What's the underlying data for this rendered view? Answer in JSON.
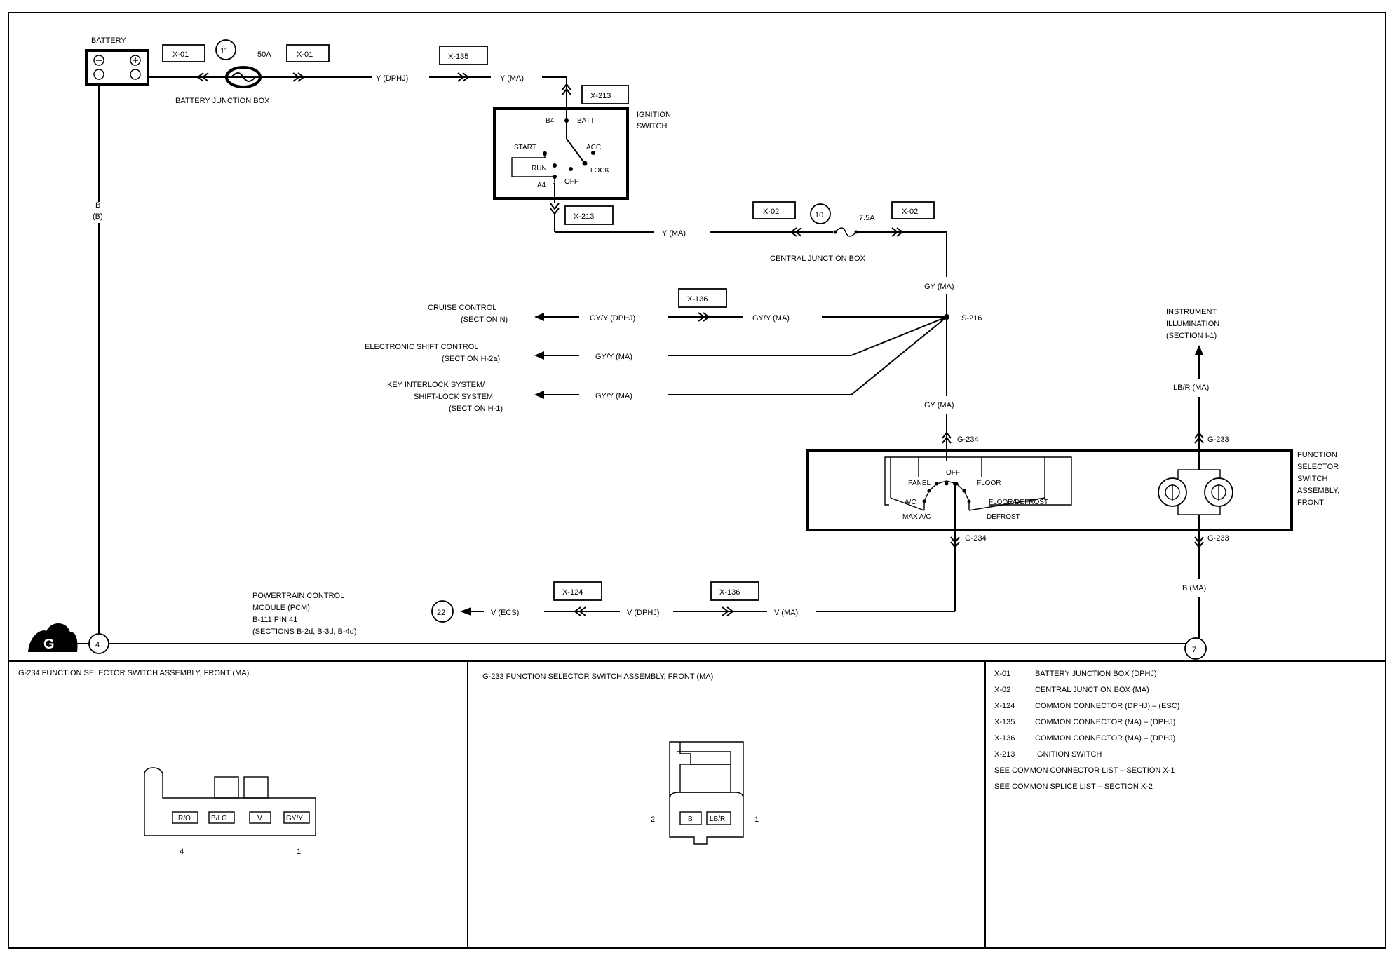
{
  "components": {
    "battery": "BATTERY",
    "battery_junction_box": "BATTERY JUNCTION BOX",
    "central_junction_box": "CENTRAL JUNCTION BOX",
    "ignition_switch": [
      "IGNITION",
      "SWITCH"
    ],
    "ignition_terminals": {
      "b4": "B4",
      "batt": "BATT",
      "start": "START",
      "acc": "ACC",
      "run": "RUN",
      "lock": "LOCK",
      "a4": "A4",
      "off": "OFF"
    },
    "function_selector": [
      "FUNCTION",
      "SELECTOR",
      "SWITCH",
      "ASSEMBLY,",
      "FRONT"
    ],
    "selector_positions": {
      "off": "OFF",
      "panel": "PANEL",
      "floor": "FLOOR",
      "ac": "A/C",
      "floor_defrost": "FLOOR/DEFROST",
      "max_ac": "MAX A/C",
      "defrost": "DEFROST"
    },
    "instrument_illumination": [
      "INSTRUMENT",
      "ILLUMINATION",
      "(SECTION I-1)"
    ],
    "pcm": [
      "POWERTRAIN CONTROL",
      "MODULE (PCM)",
      "B-111 PIN 41",
      "(SECTIONS  B-2d, B-3d, B-4d)"
    ],
    "cruise_control": [
      "CRUISE CONTROL",
      "(SECTION N)"
    ],
    "electronic_shift": [
      "ELECTRONIC SHIFT CONTROL",
      "(SECTION H-2a)"
    ],
    "key_interlock": [
      "KEY INTERLOCK SYSTEM/",
      "SHIFT-LOCK SYSTEM",
      "(SECTION H-1)"
    ]
  },
  "connectors": {
    "x01": "X-01",
    "x02": "X-02",
    "x124": "X-124",
    "x135": "X-135",
    "x136": "X-136",
    "x213": "X-213",
    "g234": "G-234",
    "g233": "G-233",
    "s216": "S-216"
  },
  "fuses": {
    "fuse11_num": "11",
    "fuse11_rating": "50A",
    "fuse10_num": "10",
    "fuse10_rating": "7.5A"
  },
  "wires": {
    "b_b": [
      "B",
      "(B)"
    ],
    "y_dphj": "Y (DPHJ)",
    "y_ma": "Y (MA)",
    "gy_ma": "GY (MA)",
    "gyy_dphj": "GY/Y  (DPHJ)",
    "gyy_ma": "GY/Y  (MA)",
    "lbr_ma": "LB/R (MA)",
    "b_ma": "B (MA)",
    "v_ecs": "V (ECS)",
    "v_dphj": "V (DPHJ)",
    "v_ma": "V (MA)"
  },
  "grounds": {
    "symbol": "G",
    "node4": "4",
    "node7": "7",
    "ref22": "22"
  },
  "legend": {
    "g234_title": "G-234  FUNCTION SELECTOR SWITCH  ASSEMBLY, FRONT (MA)",
    "g233_title": "G-233  FUNCTION SELECTOR SWITCH ASSEMBLY, FRONT (MA)",
    "g234_pins": [
      "R/O",
      "B/LG",
      "V",
      "GY/Y"
    ],
    "g234_pin_left": "4",
    "g234_pin_right": "1",
    "g233_pins": [
      "B",
      "LB/R"
    ],
    "g233_pin_left": "2",
    "g233_pin_right": "1",
    "connector_list": [
      {
        "code": "X-01",
        "desc": "BATTERY JUNCTION BOX (DPHJ)"
      },
      {
        "code": "X-02",
        "desc": "CENTRAL JUNCTION BOX (MA)"
      },
      {
        "code": "X-124",
        "desc": "COMMON CONNECTOR (DPHJ) – (ESC)"
      },
      {
        "code": "X-135",
        "desc": "COMMON CONNECTOR (MA) – (DPHJ)"
      },
      {
        "code": "X-136",
        "desc": "COMMON CONNECTOR (MA) – (DPHJ)"
      },
      {
        "code": "X-213",
        "desc": "IGNITION SWITCH"
      }
    ],
    "see_connector": "SEE COMMON CONNECTOR LIST – SECTION X-1",
    "see_splice": "SEE COMMON SPLICE LIST – SECTION X-2"
  }
}
